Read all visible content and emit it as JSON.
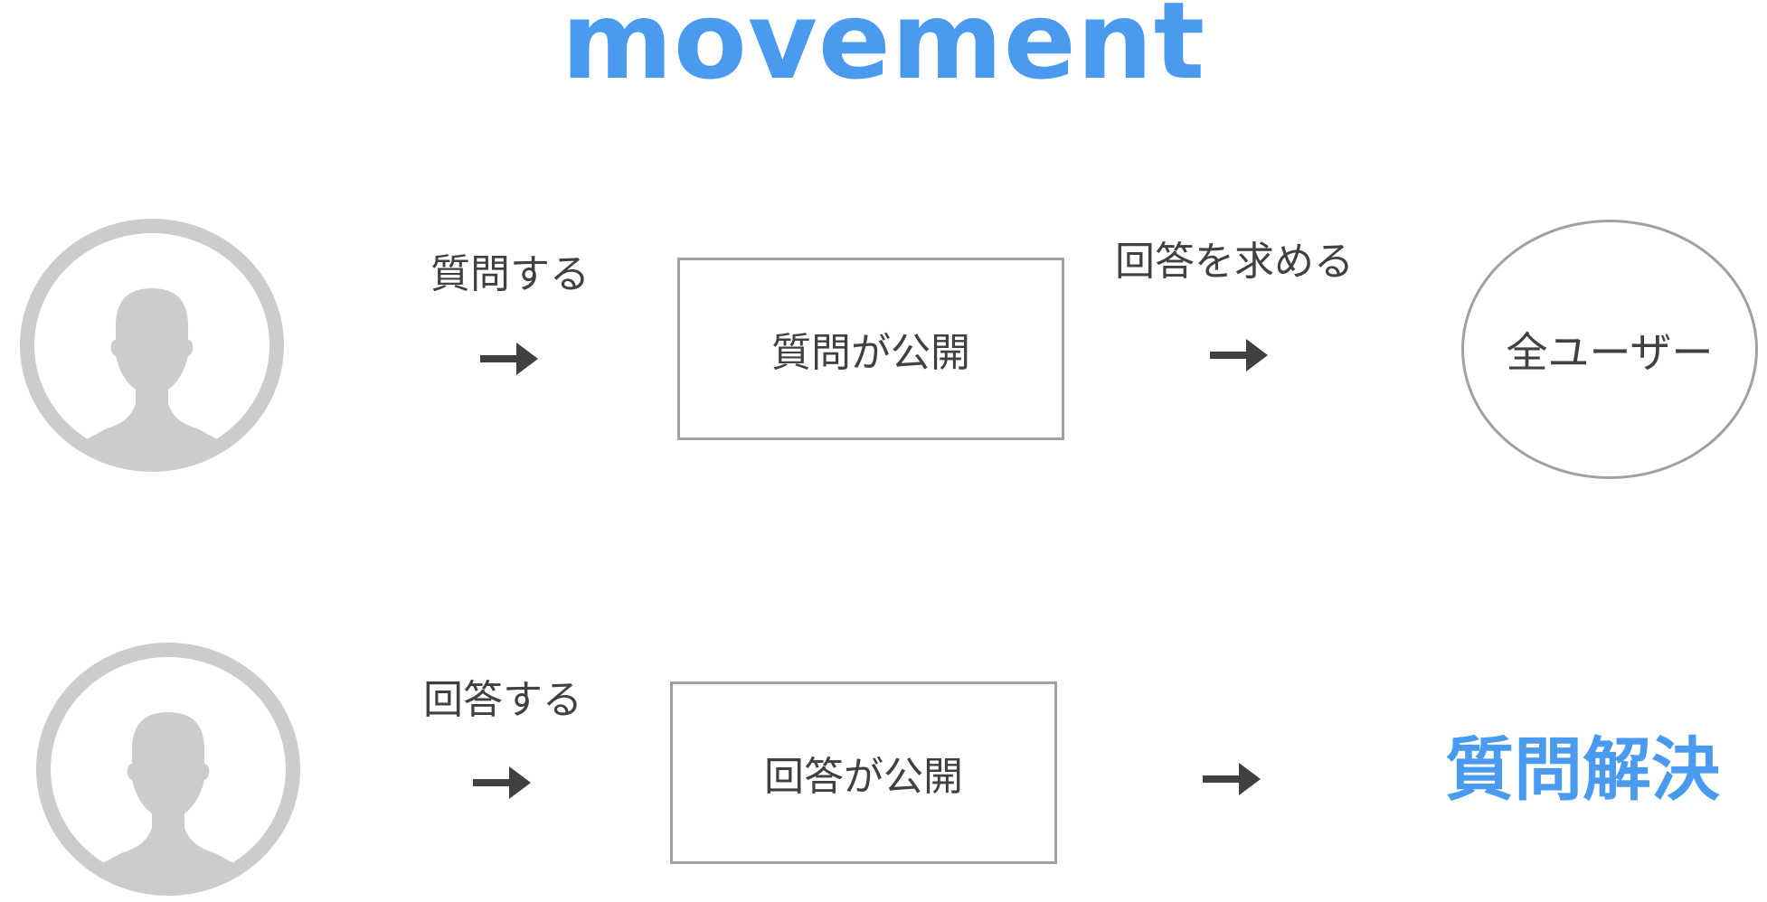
{
  "title": "movement",
  "colors": {
    "accent": "#4a9af0",
    "text": "#404040",
    "outline": "#a0a0a0",
    "avatar": "#cccccc"
  },
  "rows": [
    {
      "actor_icon": "person-silhouette-icon",
      "action_label": "質問する",
      "box_label": "質問が公開",
      "next_action_label": "回答を求める",
      "target_label": "全ユーザー"
    },
    {
      "actor_icon": "person-silhouette-icon",
      "action_label": "回答する",
      "box_label": "回答が公開",
      "result_label": "質問解決"
    }
  ]
}
